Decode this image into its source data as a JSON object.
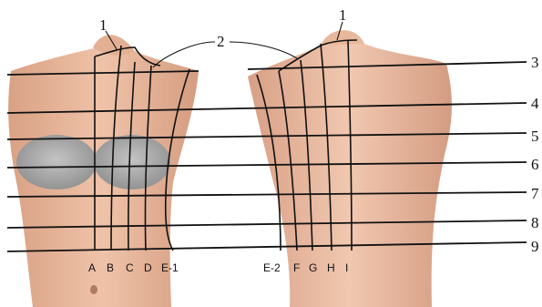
{
  "figure": {
    "callouts": {
      "neck_front": "1",
      "neck_back": "1",
      "armhole": "2"
    },
    "line_numbers": [
      "3",
      "4",
      "5",
      "6",
      "7",
      "8",
      "9"
    ],
    "front_lines": [
      "A",
      "B",
      "C",
      "D",
      "E-1"
    ],
    "back_lines": [
      "E-2",
      "F",
      "G",
      "H",
      "I"
    ]
  }
}
